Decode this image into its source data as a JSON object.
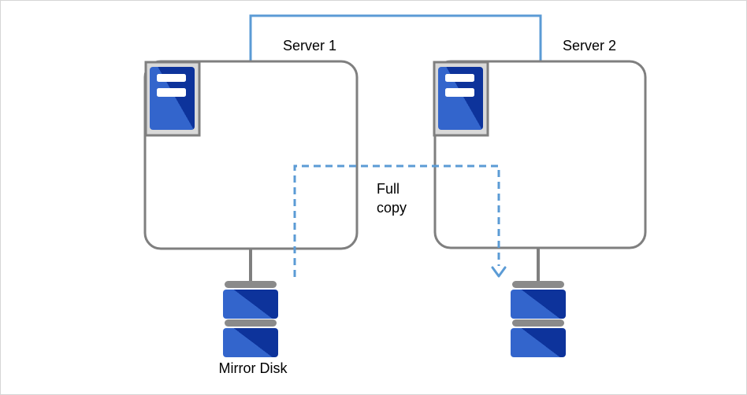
{
  "diagram": {
    "type": "server-mirroring-full-copy",
    "servers": [
      {
        "id": "server1",
        "label": "Server 1"
      },
      {
        "id": "server2",
        "label": "Server 2"
      }
    ],
    "disk_label": "Mirror Disk",
    "arrow_label": "Full copy",
    "icons": [
      "server-icon",
      "mirror-disk-icon",
      "down-arrowhead-icon"
    ],
    "colors": {
      "connector_blue": "#5B9BD5",
      "box_border_gray": "#7F7F7F",
      "icon_panel_gray": "#D9D9D9",
      "blue_light": "#3365CC",
      "blue_dark": "#0D339B",
      "disk_cap_gray": "#8A8A8A",
      "text": "#000000",
      "page_border": "#D6D6D6",
      "background": "#FFFFFF"
    }
  }
}
